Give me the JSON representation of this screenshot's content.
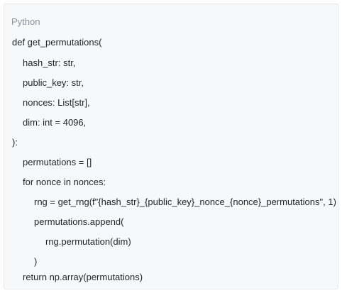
{
  "code_block": {
    "language": "Python",
    "lines": [
      {
        "text": "def get_permutations("
      },
      {
        "text": "hash_str: str,"
      },
      {
        "text": "public_key: str,"
      },
      {
        "text": "nonces: List[str],"
      },
      {
        "text": "dim: int = 4096,"
      },
      {
        "text": "):"
      },
      {
        "text": "permutations = []"
      },
      {
        "text": "for nonce in nonces:"
      },
      {
        "text": "rng = get_rng(f\"{hash_str}_{public_key}_nonce_{nonce}_permutations\", 1)"
      },
      {
        "text": "permutations.append("
      },
      {
        "text": "rng.permutation(dim)"
      },
      {
        "text": ")"
      },
      {
        "text": "return np.array(permutations)"
      }
    ]
  }
}
